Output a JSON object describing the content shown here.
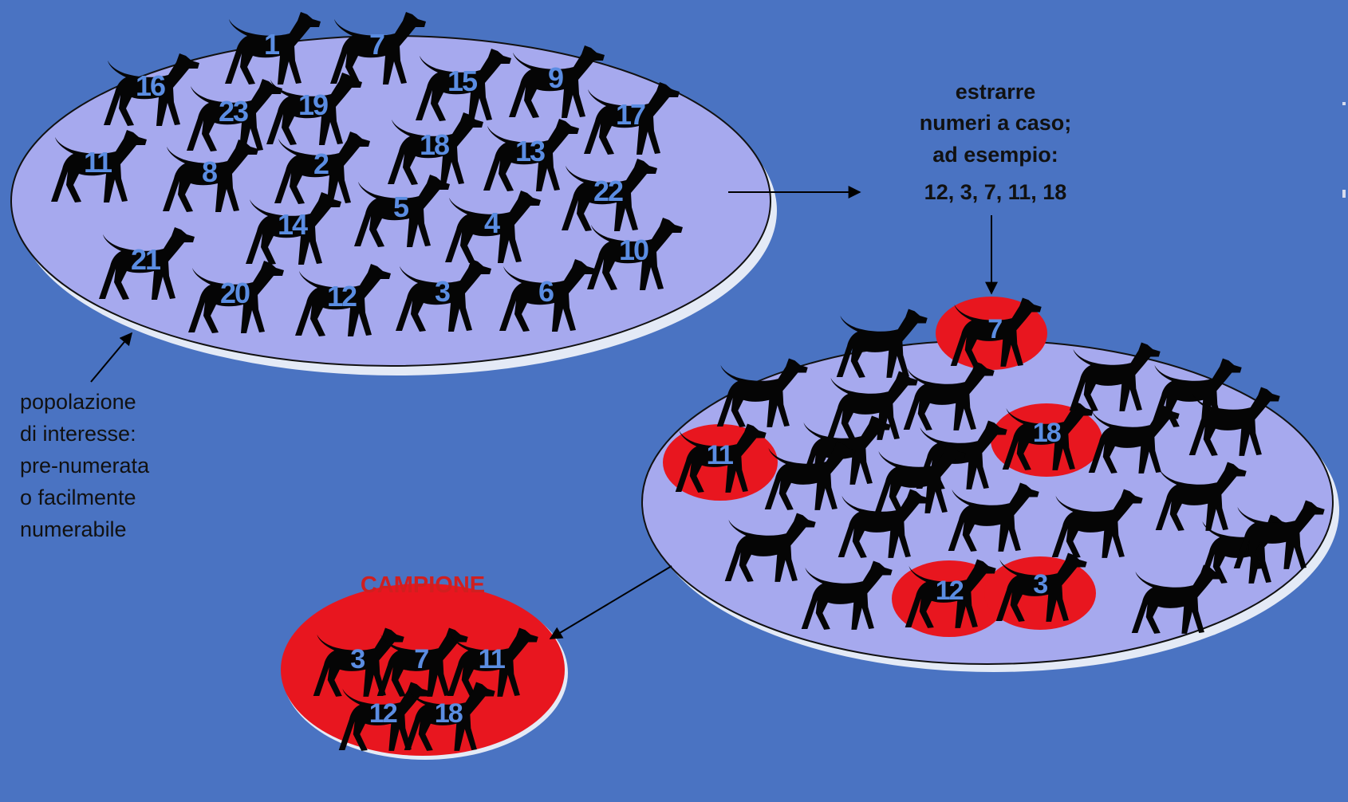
{
  "colors": {
    "background": "#4a73c2",
    "population_fill": "#a6a9ee",
    "selected_fill": "#e8161f",
    "number_color": "#5b8de2",
    "label_red": "#d01f1f"
  },
  "icons": {
    "dog": "dog-silhouette-icon"
  },
  "population": {
    "numbers": [
      "1",
      "7",
      "16",
      "23",
      "19",
      "15",
      "9",
      "17",
      "11",
      "8",
      "2",
      "18",
      "13",
      "22",
      "14",
      "5",
      "4",
      "21",
      "20",
      "12",
      "3",
      "6",
      "10"
    ]
  },
  "instruction": {
    "lines": [
      "estrarre",
      "numeri a caso;",
      "ad esempio:",
      "12, 3, 7, 11, 18"
    ]
  },
  "population_label": {
    "lines": [
      "popolazione",
      "di interesse:",
      "pre-numerata",
      "o facilmente",
      "numerabile"
    ]
  },
  "selection": {
    "highlighted": [
      "7",
      "11",
      "18",
      "12",
      "3"
    ]
  },
  "sample": {
    "title": "CAMPIONE",
    "numbers": [
      "3",
      "7",
      "11",
      "12",
      "18"
    ]
  }
}
